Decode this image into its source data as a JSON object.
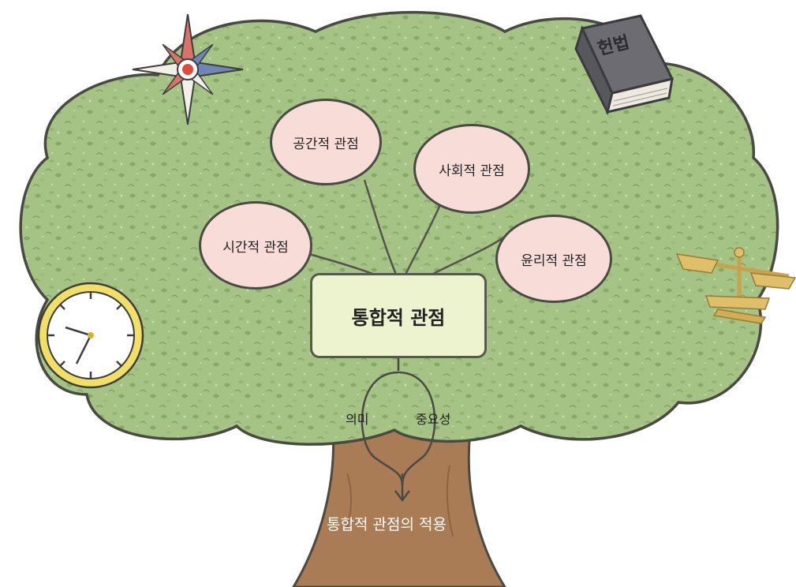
{
  "diagram": {
    "center": "통합적 관점",
    "perspectives": [
      {
        "id": "spatial",
        "label": "공간적 관점"
      },
      {
        "id": "social",
        "label": "사회적 관점"
      },
      {
        "id": "temporal",
        "label": "시간적 관점"
      },
      {
        "id": "ethical",
        "label": "윤리적 관점"
      }
    ],
    "cycle": {
      "left": "의미",
      "right": "중요성"
    },
    "trunk_label": "통합적 관점의 적용",
    "book_title": "헌법"
  },
  "colors": {
    "canopy": "#a5c384",
    "canopy_dark": "#7f9e63",
    "bubble_fill": "#f8dcd7",
    "center_fill": "#eef3cf",
    "trunk": "#a97c55",
    "outline": "#4a4a44",
    "clock_rim": "#f2e066",
    "book": "#6d6c73",
    "scales": "#e0bf6a",
    "compass_red": "#d9736a",
    "compass_blue": "#6f86b5"
  },
  "icons": [
    "compass-icon",
    "book-icon",
    "clock-icon",
    "scales-icon",
    "arrow-down-icon"
  ]
}
